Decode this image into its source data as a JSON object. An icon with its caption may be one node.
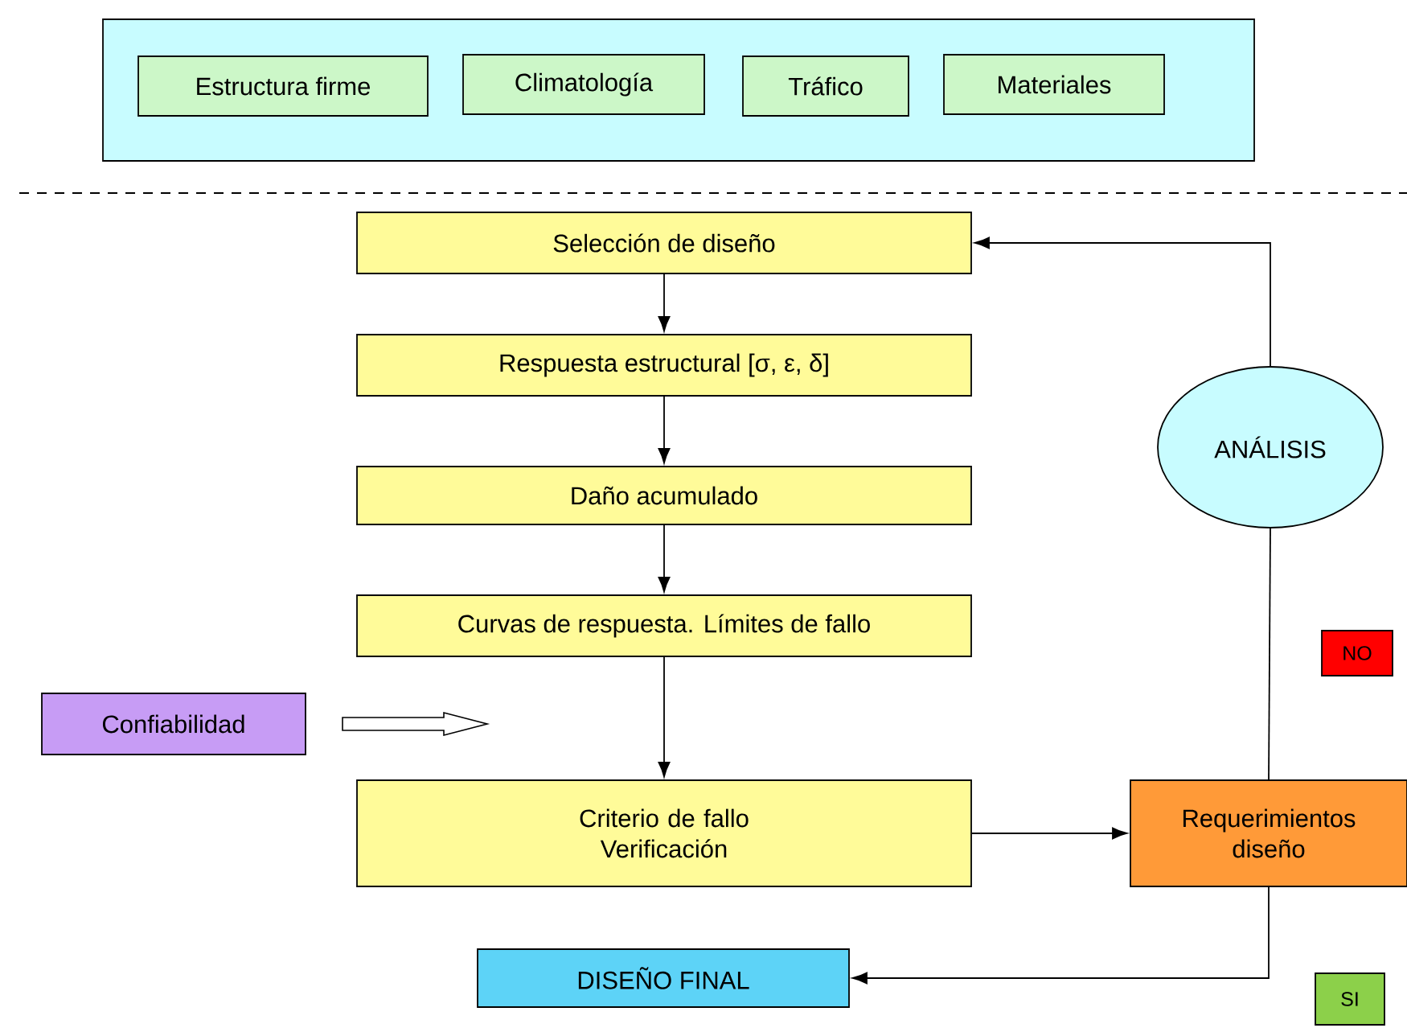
{
  "diagram": {
    "nodes": [
      {
        "text": [],
        "shape": "box"
      },
      {
        "text": [
          "Estructura firme"
        ],
        "in": 0
      },
      {
        "text": [
          "Climatología"
        ],
        "in": 0
      },
      {
        "text": [
          "Tráfico"
        ],
        "in": 0
      },
      {
        "text": [
          "Materiales"
        ],
        "in": 0
      },
      {
        "text": [
          "Selección de diseño"
        ]
      },
      {
        "text": [
          "Respuesta estructural [σ, ε, δ]"
        ]
      },
      {
        "text": [
          "ANÁLISIS"
        ]
      },
      {
        "text": [
          "Daño acumulado"
        ]
      },
      {
        "text": [
          "Curvas de respuesta. Límites de fallo"
        ]
      },
      {
        "text": [
          "NO"
        ]
      },
      {
        "text": [
          "Confiabilidad"
        ]
      },
      {
        "text": [
          "Criterio de fallo Verificación"
        ]
      },
      {
        "text": [
          "Requerimientos diseño"
        ]
      },
      {
        "text": [
          "DISEÑO FINAL"
        ]
      },
      {
        "text": [
          "SI"
        ]
      }
    ],
    "edges": [
      {
        "from": 5,
        "to": 6,
        "arrow": "to"
      },
      {
        "from": 6,
        "to": 8,
        "arrow": "to"
      },
      {
        "from": 8,
        "to": 9,
        "arrow": "to"
      },
      {
        "from": 9,
        "to": 12,
        "arrow": "to"
      },
      {
        "from": 12,
        "to": 13,
        "arrow": "to"
      },
      {
        "from": 13,
        "to": 7,
        "arrow": "none"
      },
      {
        "from": 7,
        "to": 5,
        "arrow": "to"
      },
      {
        "from": 13,
        "to": 14,
        "arrow": "to"
      },
      {
        "from": 11,
        "to": null,
        "arrow": "to"
      }
    ]
  }
}
